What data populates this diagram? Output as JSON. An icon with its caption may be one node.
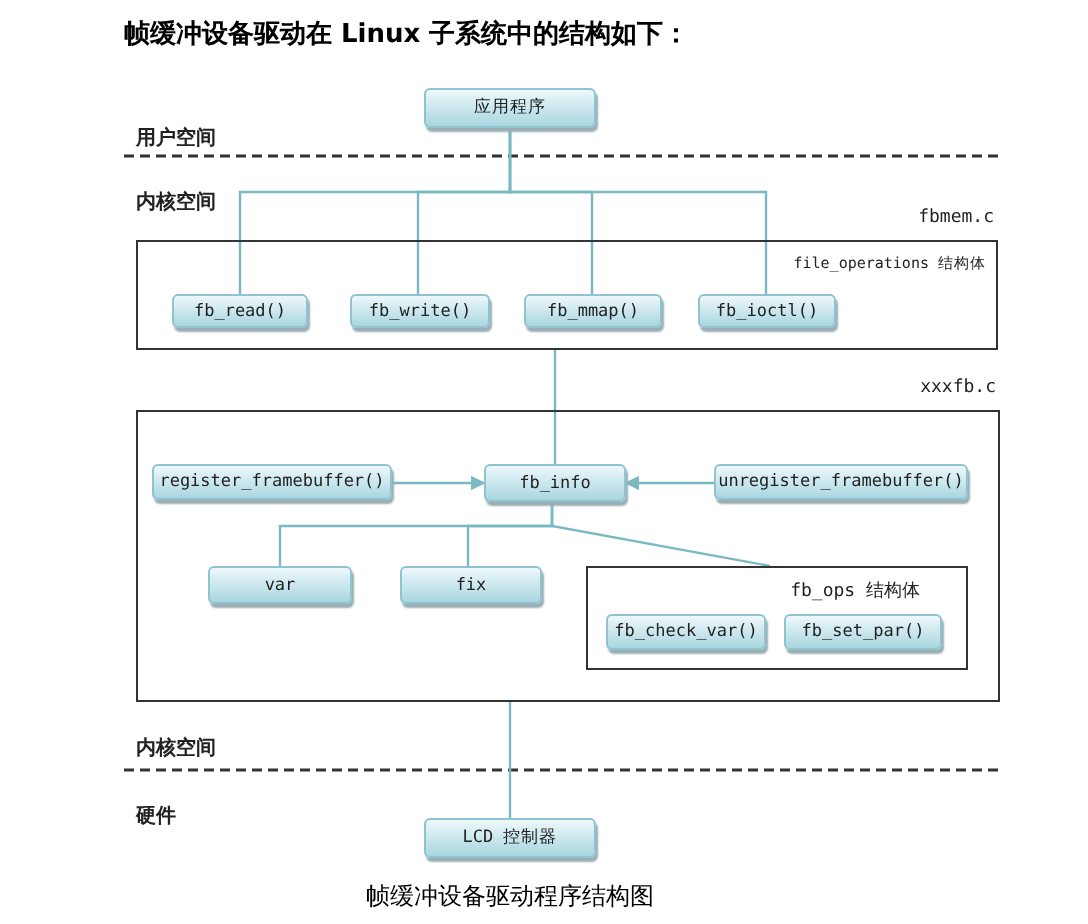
{
  "diagram": {
    "title": "帧缓冲设备驱动在 Linux 子系统中的结构如下：",
    "caption": "帧缓冲设备驱动程序结构图",
    "nodes": [
      {
        "text": [
          "应用程序"
        ]
      },
      {
        "text": [
          "fbmem.c",
          "file_operations 结构体"
        ]
      },
      {
        "text": [
          "fb_read()"
        ],
        "in": 1
      },
      {
        "text": [
          "fb_write()"
        ],
        "in": 1
      },
      {
        "text": [
          "fb_mmap()"
        ],
        "in": 1
      },
      {
        "text": [
          "fb_ioctl()"
        ],
        "in": 1
      },
      {
        "text": [
          "xxxfb.c"
        ]
      },
      {
        "text": [
          "register_framebuffer()"
        ],
        "in": 6
      },
      {
        "text": [
          "fb_info"
        ],
        "in": 6
      },
      {
        "text": [
          "unregister_framebuffer()"
        ],
        "in": 6
      },
      {
        "text": [
          "var"
        ],
        "in": 6
      },
      {
        "text": [
          "fix"
        ],
        "in": 6
      },
      {
        "text": [
          "fb_ops 结构体"
        ],
        "in": 6
      },
      {
        "text": [
          "fb_check_var()"
        ],
        "in": 12
      },
      {
        "text": [
          "fb_set_par()"
        ],
        "in": 12
      },
      {
        "text": [
          "LCD 控制器"
        ]
      }
    ],
    "edges": [
      {
        "from": 0,
        "to": 2,
        "arrow": "none"
      },
      {
        "from": 0,
        "to": 3,
        "arrow": "none"
      },
      {
        "from": 0,
        "to": 4,
        "arrow": "none"
      },
      {
        "from": 0,
        "to": 5,
        "arrow": "none"
      },
      {
        "from": 1,
        "to": 8,
        "arrow": "none"
      },
      {
        "from": 7,
        "to": 8,
        "arrow": "to"
      },
      {
        "from": 9,
        "to": 8,
        "arrow": "to"
      },
      {
        "from": 8,
        "to": 10,
        "arrow": "none"
      },
      {
        "from": 8,
        "to": 11,
        "arrow": "none"
      },
      {
        "from": 8,
        "to": 12,
        "arrow": "none"
      },
      {
        "from": 6,
        "to": 15,
        "arrow": "none"
      }
    ],
    "labels": [
      "用户空间",
      "内核空间",
      "内核空间",
      "硬件"
    ]
  }
}
